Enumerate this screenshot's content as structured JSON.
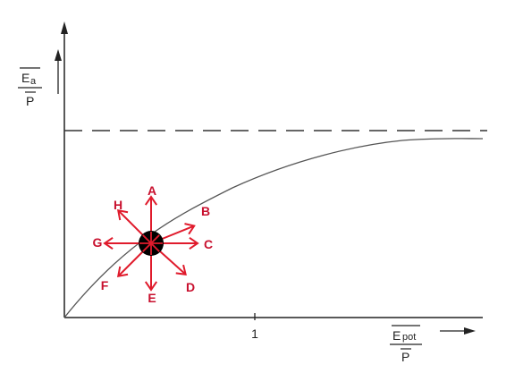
{
  "chart_data": {
    "type": "line",
    "y_axis_label": {
      "numerator_main": "E",
      "numerator_sub": "a",
      "denominator": "P"
    },
    "x_axis_label": {
      "numerator_main": "E",
      "numerator_sub": "pot",
      "denominator": "P"
    },
    "x_tick_label": "1",
    "directions": [
      "A",
      "B",
      "C",
      "D",
      "E",
      "F",
      "G",
      "H"
    ]
  },
  "colors": {
    "axis": "#222222",
    "curve": "#555555",
    "asymptote": "#333333",
    "arrows": "#e01b2c",
    "labels": "#c8102e",
    "dot": "#000000"
  }
}
